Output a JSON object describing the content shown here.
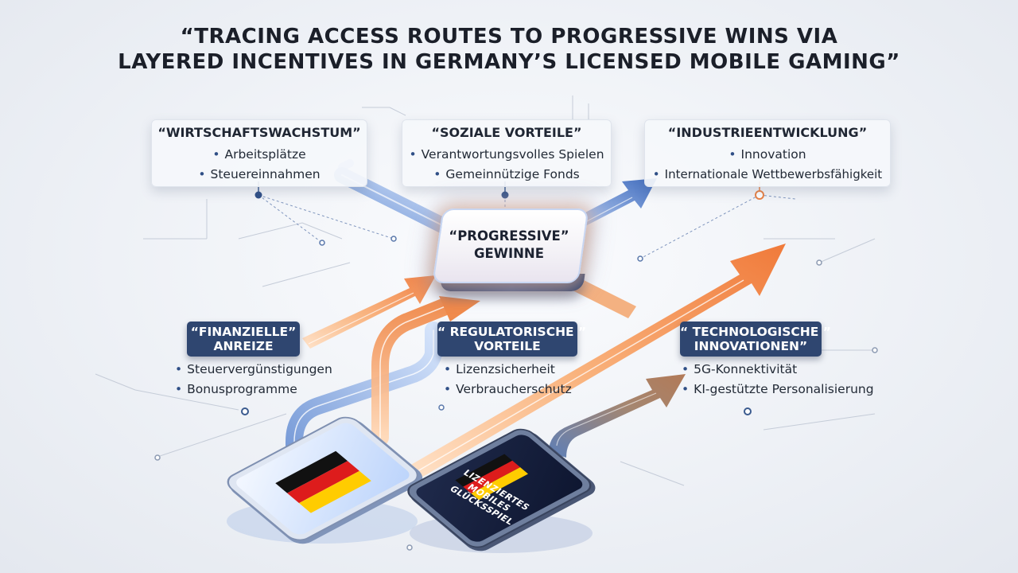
{
  "title": {
    "line1": "“TRACING ACCESS ROUTES TO PROGRESSIVE WINS VIA",
    "line2": "LAYERED INCENTIVES IN GERMANY’S LICENSED MOBILE GAMING”"
  },
  "hub": {
    "line1": "“PROGRESSIVE”",
    "line2": "GEWINNE"
  },
  "top_cards": [
    {
      "head": "“WIRTSCHAFTSWACHSTUM”",
      "items": [
        "Arbeitsplätze",
        "Steuereinnahmen"
      ]
    },
    {
      "head": "“SOZIALE VORTEILE”",
      "items": [
        "Verantwortungsvolles Spielen",
        "Gemeinnützige Fonds"
      ]
    },
    {
      "head": "“INDUSTRIEENTWICKLUNG”",
      "items": [
        "Innovation",
        "Internationale Wettbewerbsfähigkeit"
      ]
    }
  ],
  "incentives": [
    {
      "head1": "“FINANZIELLE”",
      "head2": "ANREIZE",
      "items": [
        "Steuervergünstigungen",
        "Bonusprogramme"
      ]
    },
    {
      "head1": "“ REGULATORISCHE ”",
      "head2": "VORTEILE",
      "items": [
        "Lizenzsicherheit",
        "Verbraucherschutz"
      ]
    },
    {
      "head1": "“ TECHNOLOGISCHE ”",
      "head2": "INNOVATIONEN”",
      "items": [
        "5G-Konnektivität",
        "KI-gestützte Personalisierung"
      ]
    }
  ],
  "phone_dark": {
    "label_lines": [
      "LIZENZIERTES",
      "MOBILES",
      "GLÜCKSSPIEL"
    ]
  },
  "colors": {
    "navy": "#2f4670",
    "orange_arrow": "#f08a4b",
    "blue_arrow": "#4f79c7",
    "flag_black": "#111111",
    "flag_red": "#dd1c1c",
    "flag_gold": "#ffcc00"
  },
  "icons": {
    "bullet": "•"
  }
}
